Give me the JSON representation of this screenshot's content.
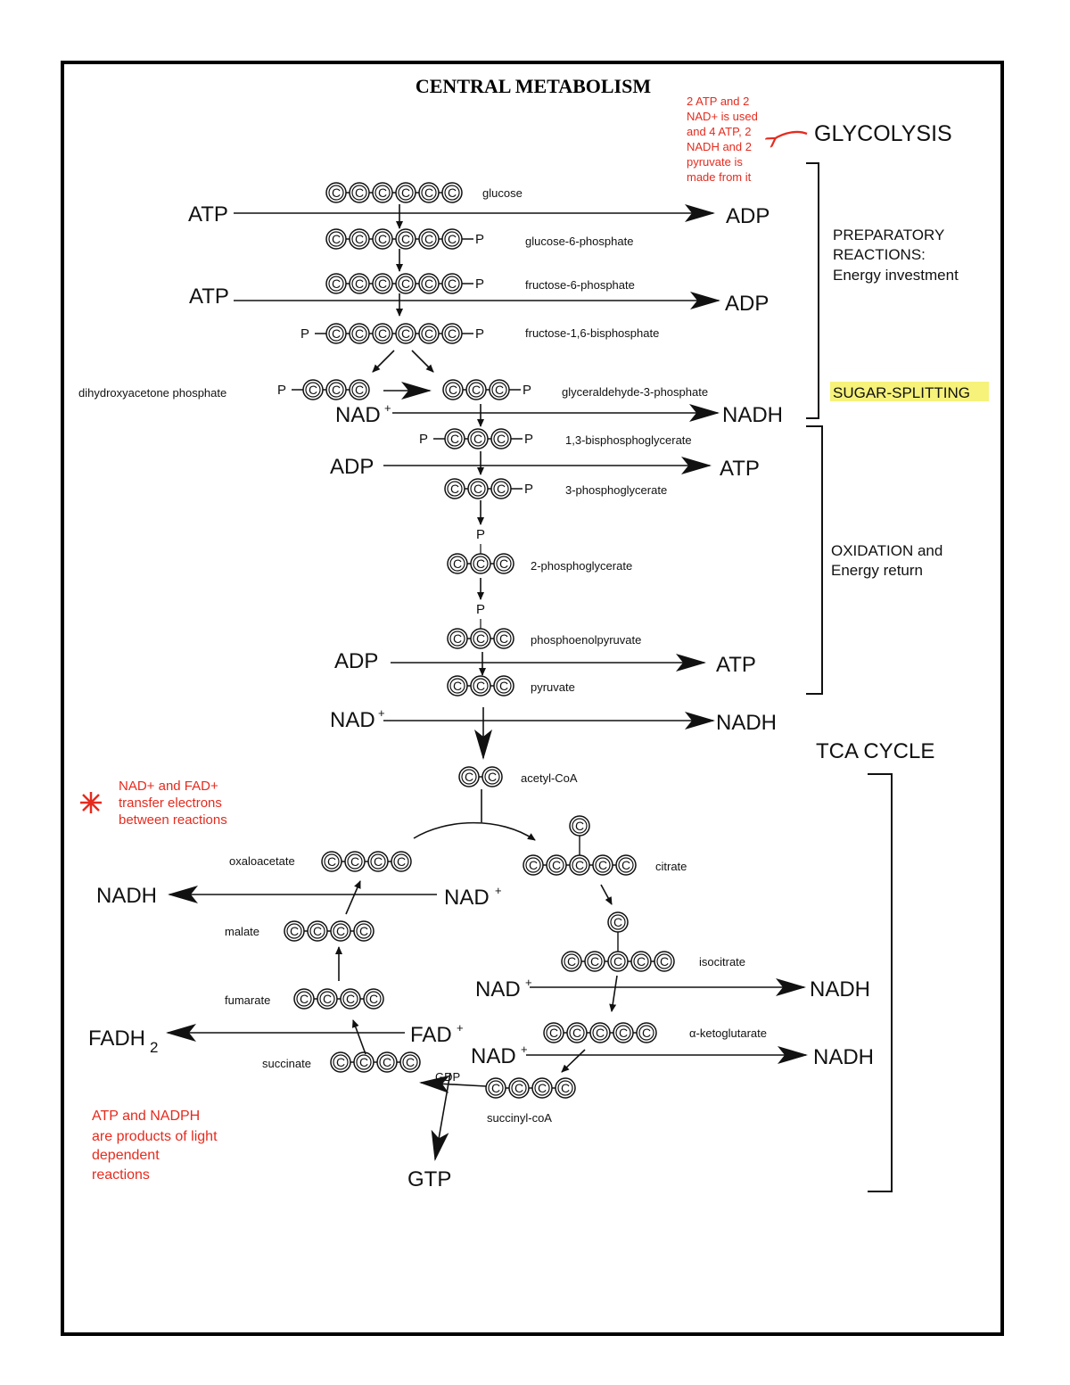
{
  "title": "CENTRAL METABOLISM",
  "sections": {
    "glycolysis": "GLYCOLYSIS",
    "preparatory": [
      "PREPARATORY",
      "REACTIONS:",
      "Energy investment"
    ],
    "sugar_splitting": "SUGAR-SPLITTING",
    "oxidation": [
      "OXIDATION and",
      "Energy return"
    ],
    "tca": "TCA CYCLE"
  },
  "carbon_symbol": "C",
  "phosphate_symbol": "P",
  "molecules": {
    "glucose": "glucose",
    "g6p": "glucose-6-phosphate",
    "f6p": "fructose-6-phosphate",
    "f16bp": "fructose-1,6-bisphosphate",
    "dhap": "dihydroxyacetone phosphate",
    "g3p": "glyceraldehyde-3-phosphate",
    "bpg": "1,3-bisphosphoglycerate",
    "pg3": "3-phosphoglycerate",
    "pg2": "2-phosphoglycerate",
    "pep": "phosphoenolpyruvate",
    "pyruvate": "pyruvate",
    "acetyl_coa": "acetyl-CoA",
    "citrate": "citrate",
    "isocitrate": "isocitrate",
    "akg": "α-ketoglutarate",
    "succinyl_coa": "succinyl-coA",
    "succinate": "succinate",
    "fumarate": "fumarate",
    "malate": "malate",
    "oxaloacetate": "oxaloacetate"
  },
  "cofactors": {
    "atp": "ATP",
    "adp": "ADP",
    "nad_plus": "NAD",
    "plus_sign": "+",
    "nadh": "NADH",
    "fad_plus": "FAD",
    "fadh2": "FADH",
    "sub_two": "2",
    "gtp": "GTP",
    "gdp": "GDP"
  },
  "annotations": {
    "note_atp": [
      "2 ATP and 2",
      "NAD+ is used",
      "and 4 ATP, 2",
      "NADH and 2",
      "pyruvate is",
      "made from it"
    ],
    "note_nad": [
      "NAD+ and FAD+",
      "transfer electrons",
      "between reactions"
    ],
    "note_light": [
      "ATP and NADPH",
      "are products of light",
      "dependent",
      "reactions"
    ]
  },
  "colors": {
    "annotation": "#e52b1e",
    "highlight": "#f6f27a",
    "ink": "#111111"
  }
}
